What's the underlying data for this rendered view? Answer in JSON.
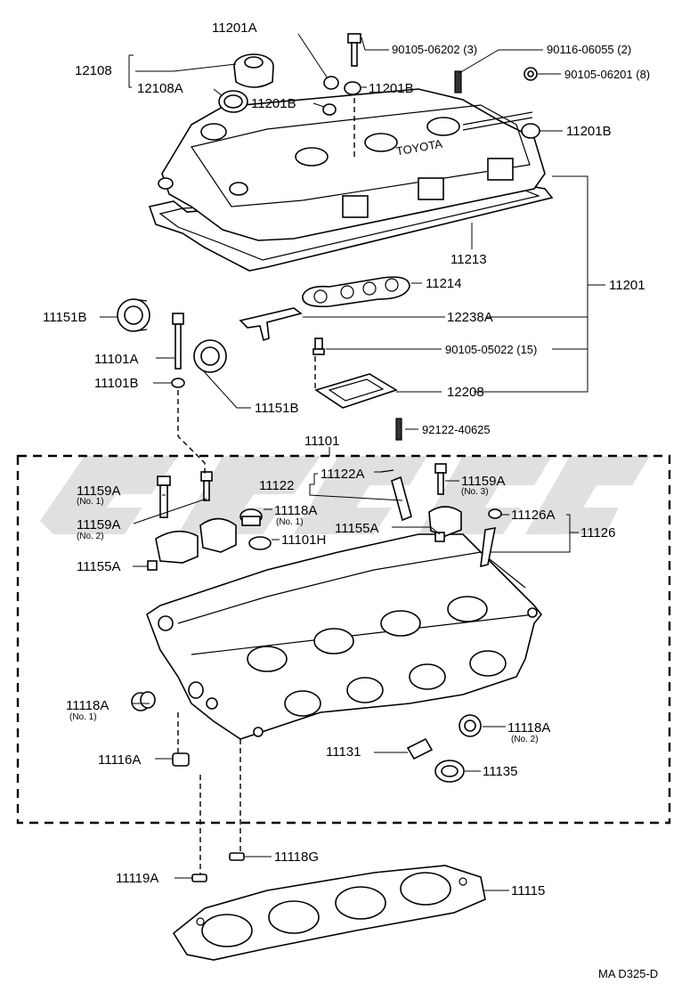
{
  "labels": {
    "l11201A": "11201A",
    "l12108": "12108",
    "l12108A": "12108A",
    "l11201B_a": "11201B",
    "l11201B_b": "11201B",
    "l11201B_c": "11201B",
    "l90105_06202": "90105-06202 (3)",
    "l90116_06055": "90116-06055 (2)",
    "l90105_06201": "90105-06201 (8)",
    "l11213": "11213",
    "l11214": "11214",
    "l11201": "11201",
    "l11151B_a": "11151B",
    "l12238A": "12238A",
    "l11101A": "11101A",
    "l90105_05022": "90105-05022 (15)",
    "l11101B": "11101B",
    "l12208": "12208",
    "l11151B_b": "11151B",
    "l92122_40625": "92122-40625",
    "l11101": "11101",
    "l11122A": "11122A",
    "l11159A_3": "11159A",
    "l11159A_3_sub": "(No. 3)",
    "l11122": "11122",
    "l11159A_1": "11159A",
    "l11159A_1_sub": "(No. 1)",
    "l11118A_1a": "11118A",
    "l11118A_1a_sub": "(No. 1)",
    "l11126A": "11126A",
    "l11159A_2": "11159A",
    "l11159A_2_sub": "(No. 2)",
    "l11155A_a": "11155A",
    "l11126": "11126",
    "l11101H": "11101H",
    "l11155A_b": "11155A",
    "l11118A_1b": "11118A",
    "l11118A_1b_sub": "(No. 1)",
    "l11118A_2": "11118A",
    "l11118A_2_sub": "(No. 2)",
    "l11131": "11131",
    "l11116A": "11116A",
    "l11135": "11135",
    "l11118G": "11118G",
    "l11119A": "11119A",
    "l11115": "11115",
    "diagram_code": "MA D325-D",
    "cover_text": "TOYOTA"
  }
}
